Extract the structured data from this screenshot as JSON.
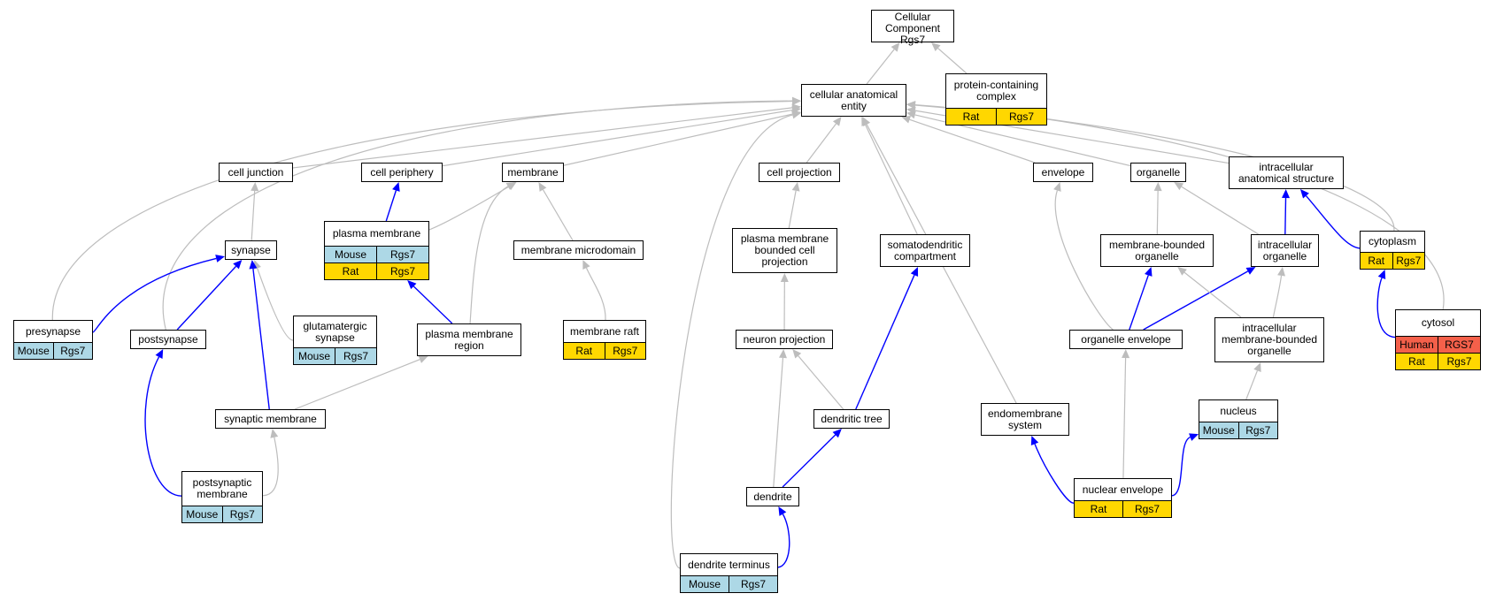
{
  "colors": {
    "mouse": "#add8e6",
    "rat": "#ffd700",
    "human": "#f4604a",
    "edge_gray": "#bdbdbd",
    "edge_blue": "#0000ff"
  },
  "nodes": {
    "cellular_component": {
      "title": "Cellular Component\nRgs7",
      "annotations": []
    },
    "cellular_anatomical_entity": {
      "title": "cellular anatomical\nentity",
      "annotations": []
    },
    "protein_containing_complex": {
      "title": "protein-containing\ncomplex",
      "annotations": [
        {
          "species": "Rat",
          "gene": "Rgs7",
          "color": "rat"
        }
      ]
    },
    "cell_junction": {
      "title": "cell junction",
      "annotations": []
    },
    "cell_periphery": {
      "title": "cell periphery",
      "annotations": []
    },
    "membrane": {
      "title": "membrane",
      "annotations": []
    },
    "cell_projection": {
      "title": "cell projection",
      "annotations": []
    },
    "envelope": {
      "title": "envelope",
      "annotations": []
    },
    "organelle": {
      "title": "organelle",
      "annotations": []
    },
    "intracellular_anatomical_structure": {
      "title": "intracellular\nanatomical structure",
      "annotations": []
    },
    "synapse": {
      "title": "synapse",
      "annotations": []
    },
    "plasma_membrane": {
      "title": "plasma membrane",
      "annotations": [
        {
          "species": "Mouse",
          "gene": "Rgs7",
          "color": "mouse"
        },
        {
          "species": "Rat",
          "gene": "Rgs7",
          "color": "rat"
        }
      ]
    },
    "membrane_microdomain": {
      "title": "membrane microdomain",
      "annotations": []
    },
    "plasma_membrane_bounded_cell_projection": {
      "title": "plasma membrane\nbounded cell\nprojection",
      "annotations": []
    },
    "somatodendritic_compartment": {
      "title": "somatodendritic\ncompartment",
      "annotations": []
    },
    "membrane_bounded_organelle": {
      "title": "membrane-bounded\norganelle",
      "annotations": []
    },
    "intracellular_organelle": {
      "title": "intracellular\norganelle",
      "annotations": []
    },
    "cytoplasm": {
      "title": "cytoplasm",
      "annotations": [
        {
          "species": "Rat",
          "gene": "Rgs7",
          "color": "rat"
        }
      ]
    },
    "presynapse": {
      "title": "presynapse",
      "annotations": [
        {
          "species": "Mouse",
          "gene": "Rgs7",
          "color": "mouse"
        }
      ]
    },
    "postsynapse": {
      "title": "postsynapse",
      "annotations": []
    },
    "glutamatergic_synapse": {
      "title": "glutamatergic\nsynapse",
      "annotations": [
        {
          "species": "Mouse",
          "gene": "Rgs7",
          "color": "mouse"
        }
      ]
    },
    "plasma_membrane_region": {
      "title": "plasma membrane\nregion",
      "annotations": []
    },
    "membrane_raft": {
      "title": "membrane raft",
      "annotations": [
        {
          "species": "Rat",
          "gene": "Rgs7",
          "color": "rat"
        }
      ]
    },
    "neuron_projection": {
      "title": "neuron projection",
      "annotations": []
    },
    "organelle_envelope": {
      "title": "organelle envelope",
      "annotations": []
    },
    "intracellular_membrane_bounded_organelle": {
      "title": "intracellular\nmembrane-bounded\norganelle",
      "annotations": []
    },
    "cytosol": {
      "title": "cytosol",
      "annotations": [
        {
          "species": "Human",
          "gene": "RGS7",
          "color": "human"
        },
        {
          "species": "Rat",
          "gene": "Rgs7",
          "color": "rat"
        }
      ]
    },
    "synaptic_membrane": {
      "title": "synaptic membrane",
      "annotations": []
    },
    "dendritic_tree": {
      "title": "dendritic tree",
      "annotations": []
    },
    "endomembrane_system": {
      "title": "endomembrane\nsystem",
      "annotations": []
    },
    "nucleus": {
      "title": "nucleus",
      "annotations": [
        {
          "species": "Mouse",
          "gene": "Rgs7",
          "color": "mouse"
        }
      ]
    },
    "postsynaptic_membrane": {
      "title": "postsynaptic\nmembrane",
      "annotations": [
        {
          "species": "Mouse",
          "gene": "Rgs7",
          "color": "mouse"
        }
      ]
    },
    "dendrite": {
      "title": "dendrite",
      "annotations": []
    },
    "nuclear_envelope": {
      "title": "nuclear envelope",
      "annotations": [
        {
          "species": "Rat",
          "gene": "Rgs7",
          "color": "rat"
        }
      ]
    },
    "dendrite_terminus": {
      "title": "dendrite terminus",
      "annotations": [
        {
          "species": "Mouse",
          "gene": "Rgs7",
          "color": "mouse"
        }
      ]
    }
  },
  "edges": [
    {
      "from": "cellular_anatomical_entity",
      "to": "cellular_component",
      "type": "is_a"
    },
    {
      "from": "protein_containing_complex",
      "to": "cellular_component",
      "type": "is_a"
    },
    {
      "from": "cell_junction",
      "to": "cellular_anatomical_entity",
      "type": "is_a"
    },
    {
      "from": "cell_periphery",
      "to": "cellular_anatomical_entity",
      "type": "is_a"
    },
    {
      "from": "membrane",
      "to": "cellular_anatomical_entity",
      "type": "is_a"
    },
    {
      "from": "cell_projection",
      "to": "cellular_anatomical_entity",
      "type": "is_a"
    },
    {
      "from": "envelope",
      "to": "cellular_anatomical_entity",
      "type": "is_a"
    },
    {
      "from": "organelle",
      "to": "cellular_anatomical_entity",
      "type": "is_a"
    },
    {
      "from": "intracellular_anatomical_structure",
      "to": "cellular_anatomical_entity",
      "type": "is_a"
    },
    {
      "from": "somatodendritic_compartment",
      "to": "cellular_anatomical_entity",
      "type": "is_a"
    },
    {
      "from": "presynapse",
      "to": "cellular_anatomical_entity",
      "type": "is_a"
    },
    {
      "from": "postsynapse",
      "to": "cellular_anatomical_entity",
      "type": "is_a"
    },
    {
      "from": "dendrite_terminus",
      "to": "cellular_anatomical_entity",
      "type": "is_a"
    },
    {
      "from": "endomembrane_system",
      "to": "cellular_anatomical_entity",
      "type": "is_a"
    },
    {
      "from": "cytoplasm",
      "to": "cellular_anatomical_entity",
      "type": "is_a"
    },
    {
      "from": "cytosol",
      "to": "cellular_anatomical_entity",
      "type": "is_a"
    },
    {
      "from": "synapse",
      "to": "cell_junction",
      "type": "is_a"
    },
    {
      "from": "plasma_membrane",
      "to": "cell_periphery",
      "type": "part_of"
    },
    {
      "from": "plasma_membrane",
      "to": "membrane",
      "type": "is_a"
    },
    {
      "from": "membrane_microdomain",
      "to": "membrane",
      "type": "is_a"
    },
    {
      "from": "plasma_membrane_region",
      "to": "membrane",
      "type": "is_a"
    },
    {
      "from": "plasma_membrane_bounded_cell_projection",
      "to": "cell_projection",
      "type": "is_a"
    },
    {
      "from": "membrane_bounded_organelle",
      "to": "organelle",
      "type": "is_a"
    },
    {
      "from": "intracellular_organelle",
      "to": "organelle",
      "type": "is_a"
    },
    {
      "from": "intracellular_organelle",
      "to": "intracellular_anatomical_structure",
      "type": "part_of"
    },
    {
      "from": "cytoplasm",
      "to": "intracellular_anatomical_structure",
      "type": "part_of"
    },
    {
      "from": "presynapse",
      "to": "synapse",
      "type": "part_of"
    },
    {
      "from": "postsynapse",
      "to": "synapse",
      "type": "part_of"
    },
    {
      "from": "glutamatergic_synapse",
      "to": "synapse",
      "type": "is_a"
    },
    {
      "from": "synaptic_membrane",
      "to": "synapse",
      "type": "part_of"
    },
    {
      "from": "plasma_membrane_region",
      "to": "plasma_membrane",
      "type": "part_of"
    },
    {
      "from": "membrane_raft",
      "to": "membrane_microdomain",
      "type": "is_a"
    },
    {
      "from": "neuron_projection",
      "to": "plasma_membrane_bounded_cell_projection",
      "type": "is_a"
    },
    {
      "from": "dendritic_tree",
      "to": "somatodendritic_compartment",
      "type": "part_of"
    },
    {
      "from": "organelle_envelope",
      "to": "envelope",
      "type": "is_a"
    },
    {
      "from": "organelle_envelope",
      "to": "membrane_bounded_organelle",
      "type": "part_of"
    },
    {
      "from": "organelle_envelope",
      "to": "intracellular_organelle",
      "type": "part_of"
    },
    {
      "from": "intracellular_membrane_bounded_organelle",
      "to": "membrane_bounded_organelle",
      "type": "is_a"
    },
    {
      "from": "intracellular_membrane_bounded_organelle",
      "to": "intracellular_organelle",
      "type": "is_a"
    },
    {
      "from": "cytosol",
      "to": "cytoplasm",
      "type": "part_of"
    },
    {
      "from": "synaptic_membrane",
      "to": "plasma_membrane_region",
      "type": "is_a"
    },
    {
      "from": "postsynaptic_membrane",
      "to": "postsynapse",
      "type": "part_of"
    },
    {
      "from": "postsynaptic_membrane",
      "to": "synaptic_membrane",
      "type": "is_a"
    },
    {
      "from": "dendrite",
      "to": "neuron_projection",
      "type": "is_a"
    },
    {
      "from": "dendritic_tree",
      "to": "neuron_projection",
      "type": "is_a"
    },
    {
      "from": "dendrite",
      "to": "dendritic_tree",
      "type": "part_of"
    },
    {
      "from": "dendrite_terminus",
      "to": "dendrite",
      "type": "part_of"
    },
    {
      "from": "nuclear_envelope",
      "to": "organelle_envelope",
      "type": "is_a"
    },
    {
      "from": "nuclear_envelope",
      "to": "endomembrane_system",
      "type": "part_of"
    },
    {
      "from": "nuclear_envelope",
      "to": "nucleus",
      "type": "part_of"
    },
    {
      "from": "nucleus",
      "to": "intracellular_membrane_bounded_organelle",
      "type": "is_a"
    }
  ]
}
